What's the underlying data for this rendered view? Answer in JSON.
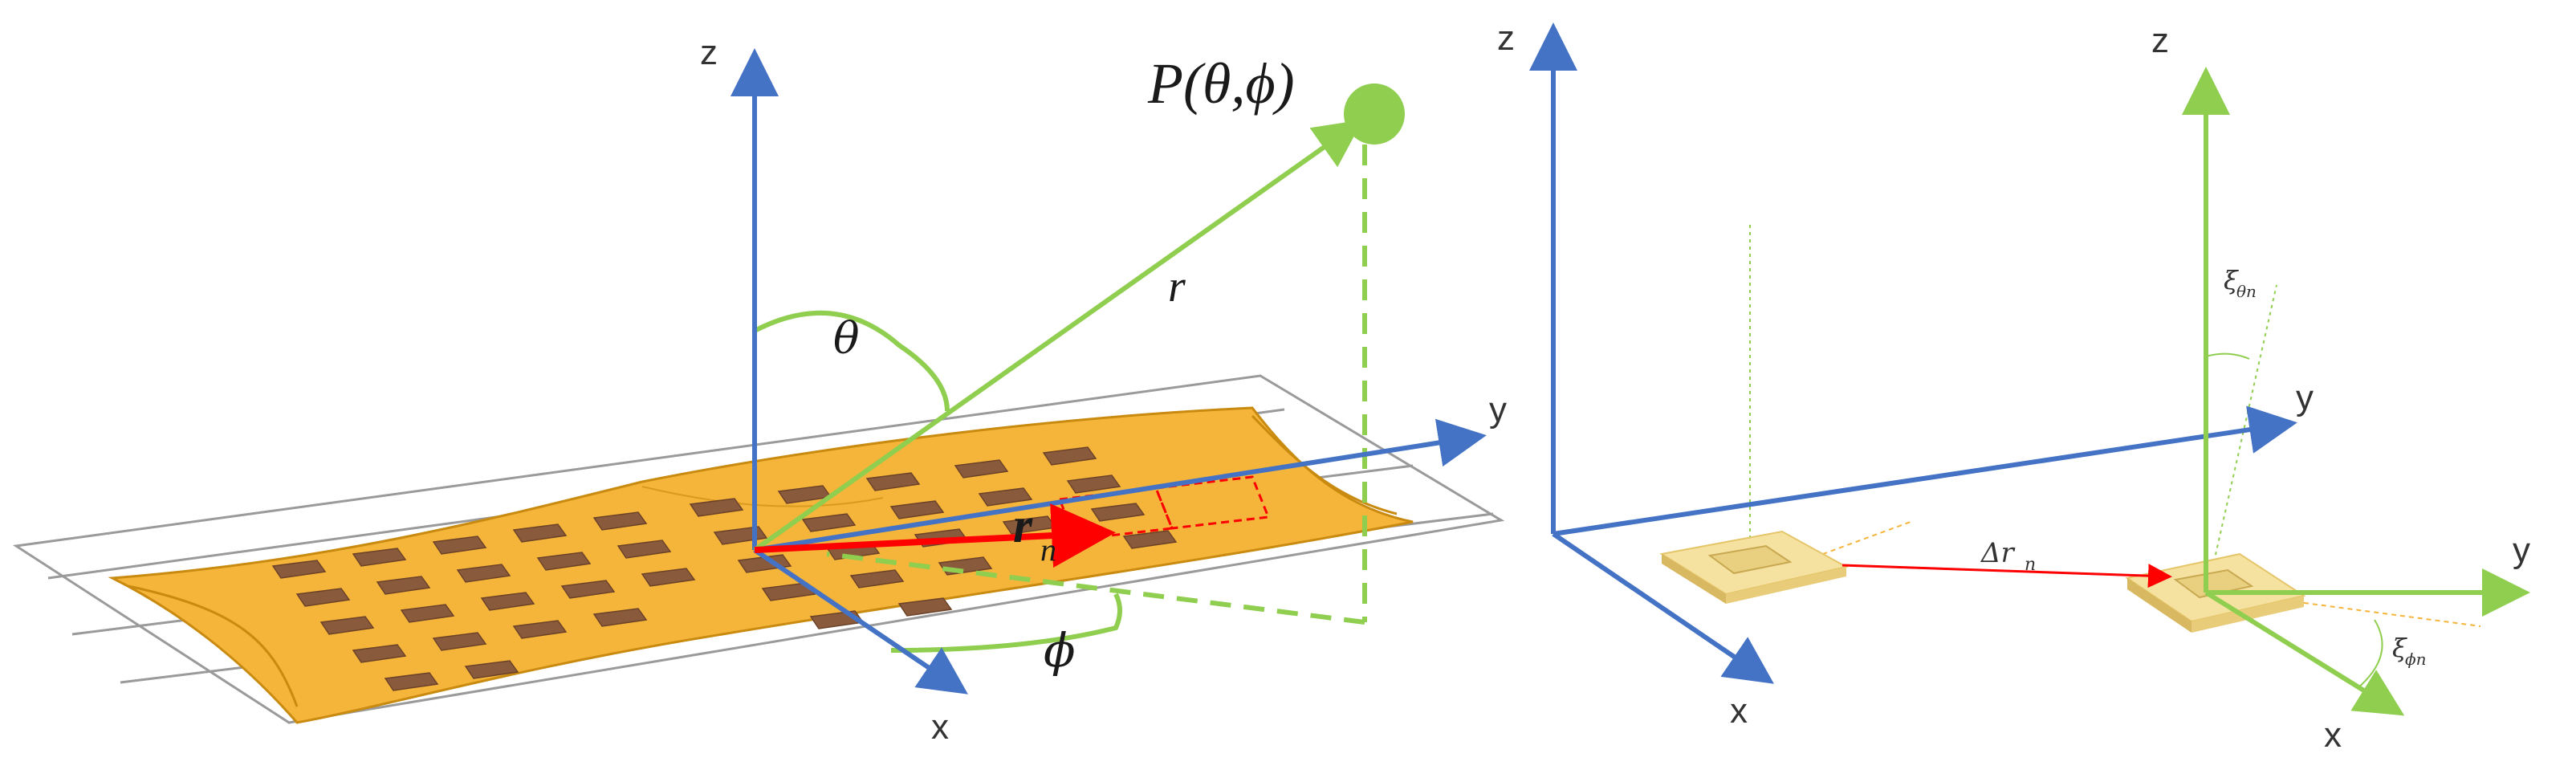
{
  "left_panel": {
    "axis_labels": {
      "z": "z",
      "y": "y",
      "x": "x"
    },
    "point_label": "P(θ,ϕ)",
    "r_label": "r",
    "theta_label": "θ",
    "phi_label": "ϕ",
    "rn_label": "r",
    "rn_sub": "n"
  },
  "right_panel": {
    "global_axis_labels": {
      "z": "z",
      "y": "y",
      "x": "x"
    },
    "local_axis_labels": {
      "z": "z",
      "y": "y",
      "x": "x"
    },
    "delta_r_label": "Δr",
    "delta_r_sub": "n",
    "xi_theta_label": "ξ",
    "xi_theta_sub": "θn",
    "xi_phi_label": "ξ",
    "xi_phi_sub": "ϕn"
  },
  "colors": {
    "global_axis": "#4472c4",
    "local_axis": "#8fce4f",
    "vector": "#ff0000",
    "array_fill": "#f5b43a",
    "patch": "#8a5a3c",
    "element_fill": "#f6e2a0"
  }
}
